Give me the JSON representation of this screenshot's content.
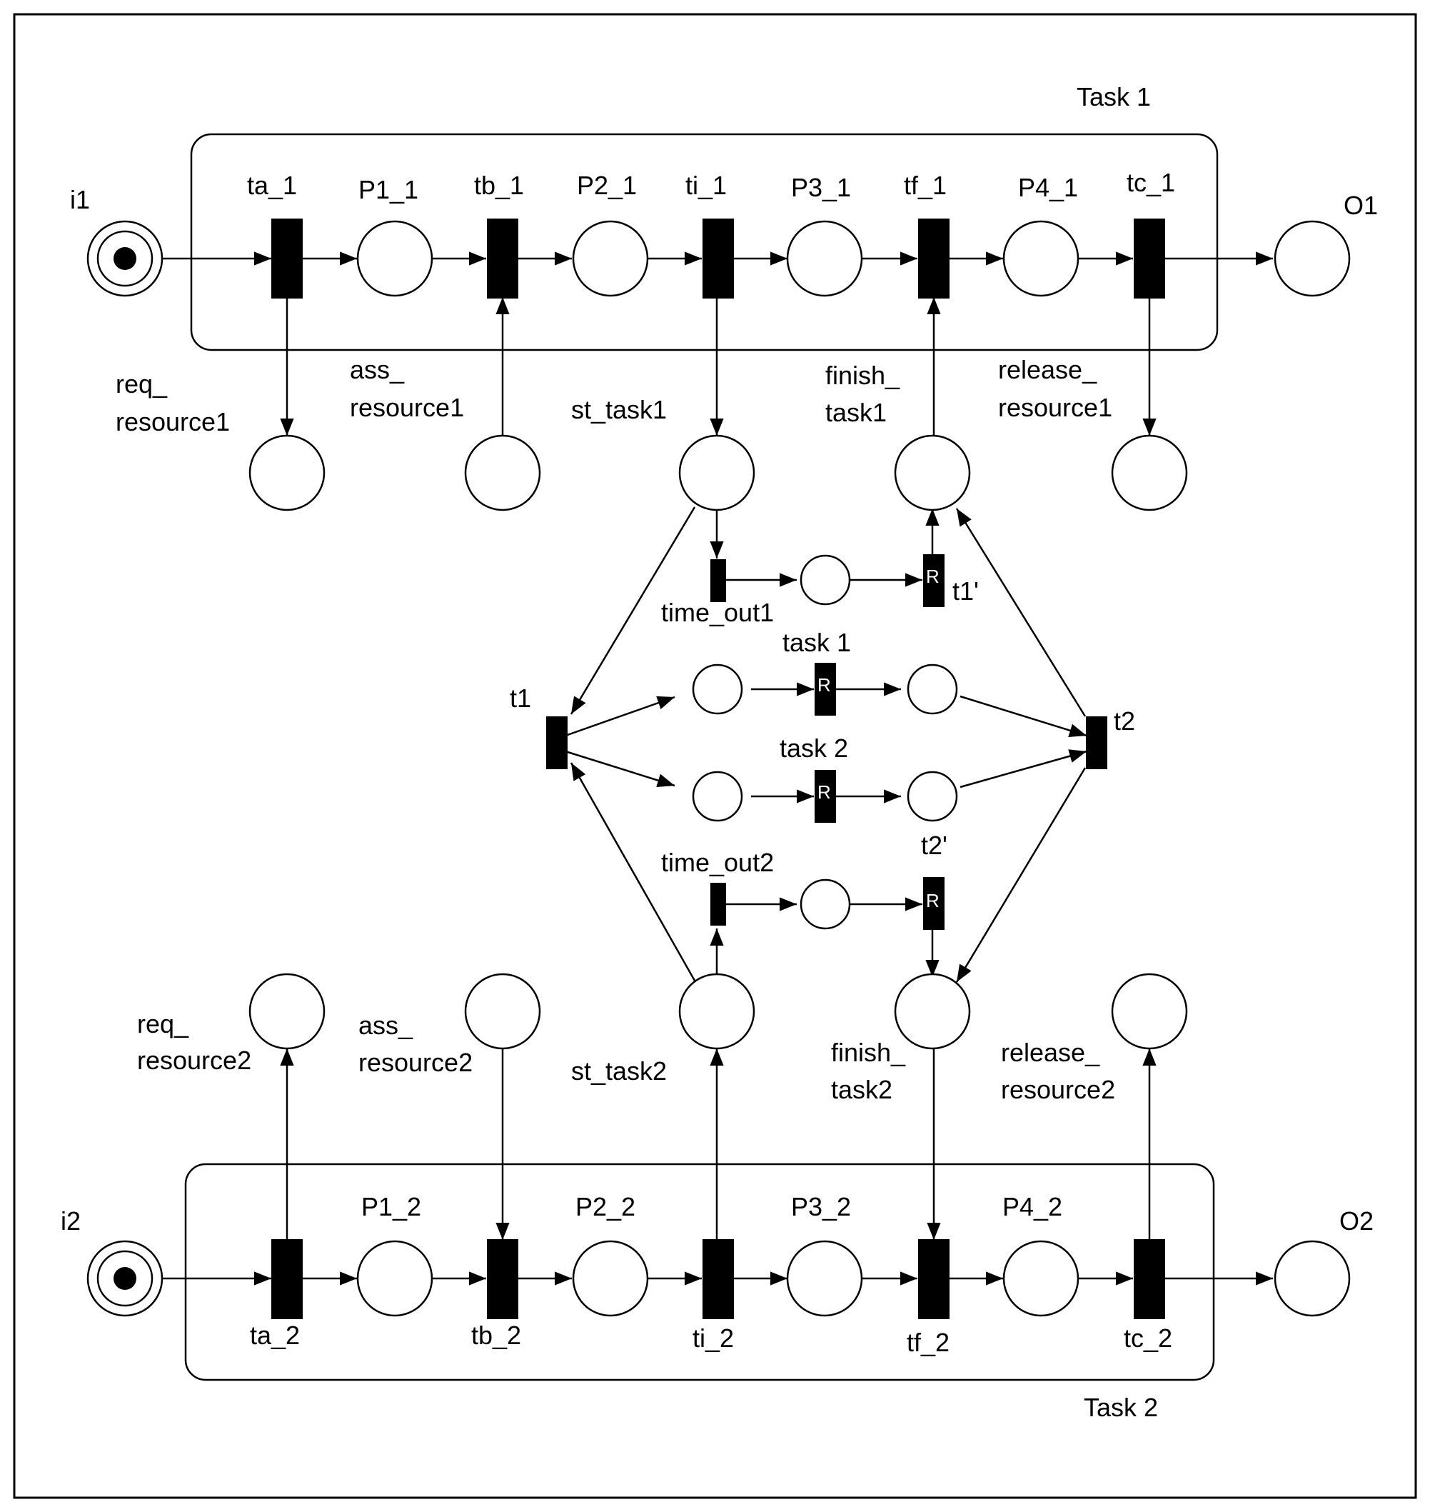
{
  "task_boxes": {
    "task1": "Task 1",
    "task2": "Task 2"
  },
  "places": {
    "i1": "i1",
    "o1": "O1",
    "i2": "i2",
    "o2": "O2",
    "p1_1": "P1_1",
    "p2_1": "P2_1",
    "p3_1": "P3_1",
    "p4_1": "P4_1",
    "p1_2": "P1_2",
    "p2_2": "P2_2",
    "p3_2": "P3_2",
    "p4_2": "P4_2"
  },
  "transitions": {
    "ta_1": "ta_1",
    "tb_1": "tb_1",
    "ti_1": "ti_1",
    "tf_1": "tf_1",
    "tc_1": "tc_1",
    "ta_2": "ta_2",
    "tb_2": "tb_2",
    "ti_2": "ti_2",
    "tf_2": "tf_2",
    "tc_2": "tc_2",
    "t1": "t1",
    "t2": "t2",
    "t1p": "t1'",
    "t2p": "t2'",
    "time_out1": "time_out1",
    "time_out2": "time_out2",
    "task_1": "task 1",
    "task_2": "task 2",
    "r": "R"
  },
  "interface_places": {
    "req1": [
      "req_",
      "resource1"
    ],
    "ass1": [
      "ass_",
      "resource1"
    ],
    "st1": [
      "st_task1"
    ],
    "fin1": [
      "finish_",
      "task1"
    ],
    "rel1": [
      "release_",
      "resource1"
    ],
    "req2": [
      "req_",
      "resource2"
    ],
    "ass2": [
      "ass_",
      "resource2"
    ],
    "st2": [
      "st_task2"
    ],
    "fin2": [
      "finish_",
      "task2"
    ],
    "rel2": [
      "release_",
      "resource2"
    ]
  },
  "initial_marking": {
    "i1": 1,
    "i2": 1
  }
}
